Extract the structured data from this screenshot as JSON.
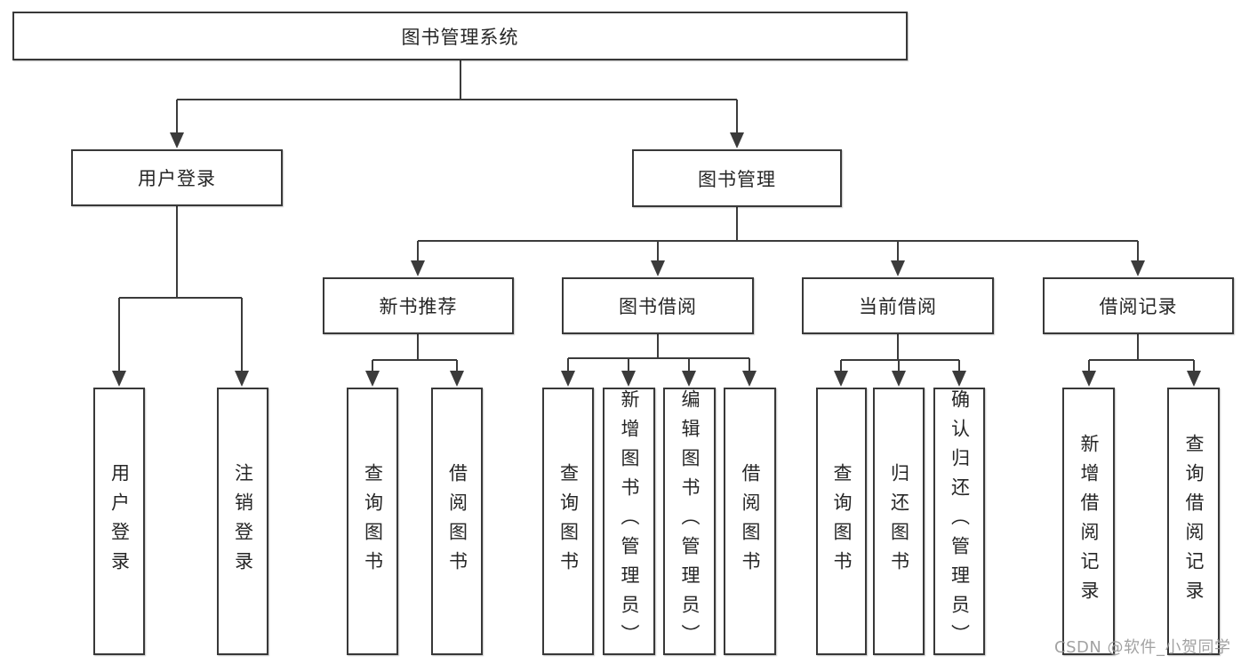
{
  "diagram": {
    "root": {
      "label": "图书管理系统"
    },
    "level2": [
      {
        "label": "用户登录"
      },
      {
        "label": "图书管理"
      }
    ],
    "level3": [
      {
        "label": "新书推荐"
      },
      {
        "label": "图书借阅"
      },
      {
        "label": "当前借阅"
      },
      {
        "label": "借阅记录"
      }
    ],
    "leaves": {
      "userLogin": [
        {
          "label": "用户登录"
        },
        {
          "label": "注销登录"
        }
      ],
      "newBookRecommend": [
        {
          "label": "查询图书"
        },
        {
          "label": "借阅图书"
        }
      ],
      "bookBorrow": [
        {
          "label": "查询图书"
        },
        {
          "label": "新增图书（管理员）"
        },
        {
          "label": "编辑图书（管理员）"
        },
        {
          "label": "借阅图书"
        }
      ],
      "currentBorrow": [
        {
          "label": "查询图书"
        },
        {
          "label": "归还图书"
        },
        {
          "label": "确认归还（管理员）"
        }
      ],
      "borrowRecords": [
        {
          "label": "新增借阅记录"
        },
        {
          "label": "查询借阅记录"
        }
      ]
    }
  },
  "watermark": {
    "text": "CSDN @软件_小贺同学"
  },
  "colors": {
    "line": "#3b3b3b",
    "box_border": "#383838",
    "text": "#262626",
    "watermark": "#9a9a9a",
    "background": "#ffffff"
  }
}
